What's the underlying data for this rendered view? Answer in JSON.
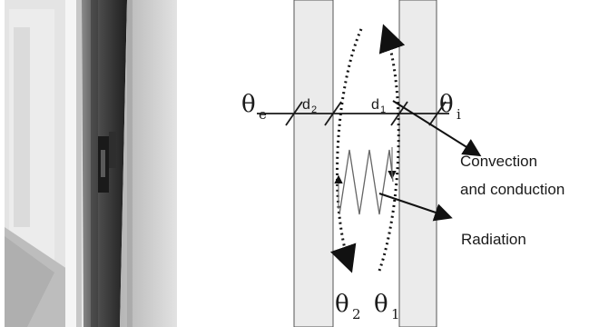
{
  "photo": {
    "description_icon": "window-frame-photo"
  },
  "diagram": {
    "theta_e": {
      "symbol": "θ",
      "sub": "e"
    },
    "theta_i": {
      "symbol": "θ",
      "sub": "i"
    },
    "theta_2": {
      "symbol": "θ",
      "sub": "2"
    },
    "theta_1": {
      "symbol": "θ",
      "sub": "1"
    },
    "d2": {
      "symbol": "d",
      "sub": "2"
    },
    "d1": {
      "symbol": "d",
      "sub": "1"
    },
    "convection_line1": "Convection",
    "convection_line2": "and conduction",
    "radiation": "Radiation"
  },
  "colors": {
    "glass_pane": "#ebebeb",
    "line": "#1a1a1a",
    "zigzag": "#555555",
    "arrow": "#111111"
  }
}
